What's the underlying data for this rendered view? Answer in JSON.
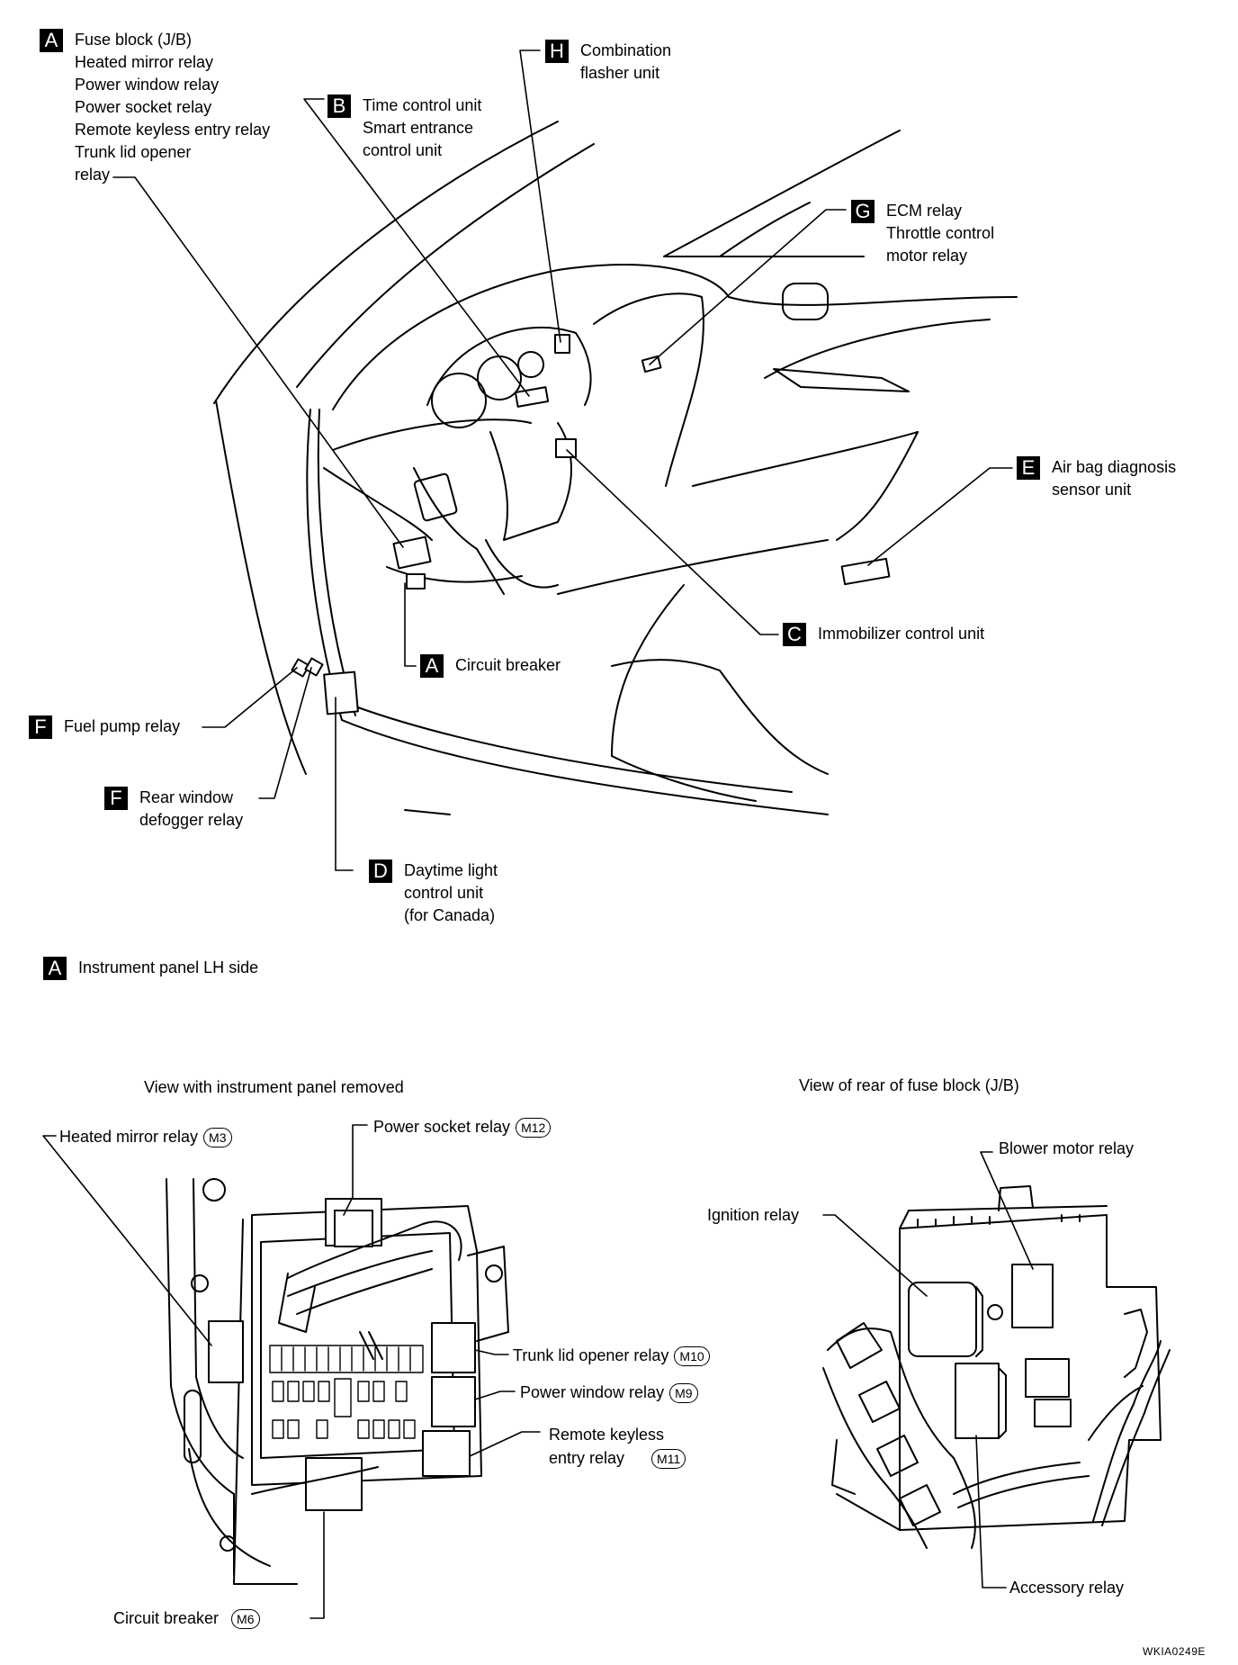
{
  "callouts": {
    "A_fuse": {
      "badge": "A",
      "lines": [
        "Fuse block (J/B)",
        "Heated mirror relay",
        "Power window relay",
        "Power socket relay",
        "Remote keyless entry relay",
        "Trunk lid opener",
        "relay"
      ]
    },
    "B": {
      "badge": "B",
      "lines": [
        "Time control unit",
        "Smart entrance",
        "control unit"
      ]
    },
    "H": {
      "badge": "H",
      "lines": [
        "Combination",
        "flasher unit"
      ]
    },
    "G": {
      "badge": "G",
      "lines": [
        "ECM relay",
        "Throttle control",
        "motor relay"
      ]
    },
    "E": {
      "badge": "E",
      "lines": [
        "Air bag diagnosis",
        "sensor unit"
      ]
    },
    "C": {
      "badge": "C",
      "lines": [
        "Immobilizer control unit"
      ]
    },
    "A_breaker": {
      "badge": "A",
      "lines": [
        "Circuit breaker"
      ]
    },
    "F_fuel": {
      "badge": "F",
      "lines": [
        "Fuel pump relay"
      ]
    },
    "F_rear": {
      "badge": "F",
      "lines": [
        "Rear window",
        "defogger relay"
      ]
    },
    "D": {
      "badge": "D",
      "lines": [
        "Daytime light",
        "control unit",
        "(for Canada)"
      ]
    },
    "A_panel": {
      "badge": "A",
      "lines": [
        "Instrument panel LH side"
      ]
    }
  },
  "views": {
    "left_title": "View with instrument panel removed",
    "right_title": "View of rear of fuse block (J/B)"
  },
  "left_labels": {
    "heated_mirror": {
      "text": "Heated mirror relay",
      "connector": "M3"
    },
    "power_socket": {
      "text": "Power socket relay",
      "connector": "M12"
    },
    "trunk_lid": {
      "text": "Trunk lid opener relay",
      "connector": "M10"
    },
    "power_window": {
      "text": "Power window relay",
      "connector": "M9"
    },
    "remote_keyless_1": {
      "text": "Remote keyless"
    },
    "remote_keyless_2": {
      "text": "entry relay",
      "connector": "M11"
    },
    "circuit_breaker": {
      "text": "Circuit breaker",
      "connector": "M6"
    }
  },
  "right_labels": {
    "blower": {
      "text": "Blower motor relay"
    },
    "ignition": {
      "text": "Ignition relay"
    },
    "accessory": {
      "text": "Accessory relay"
    }
  },
  "figure_code": "WKIA0249E"
}
